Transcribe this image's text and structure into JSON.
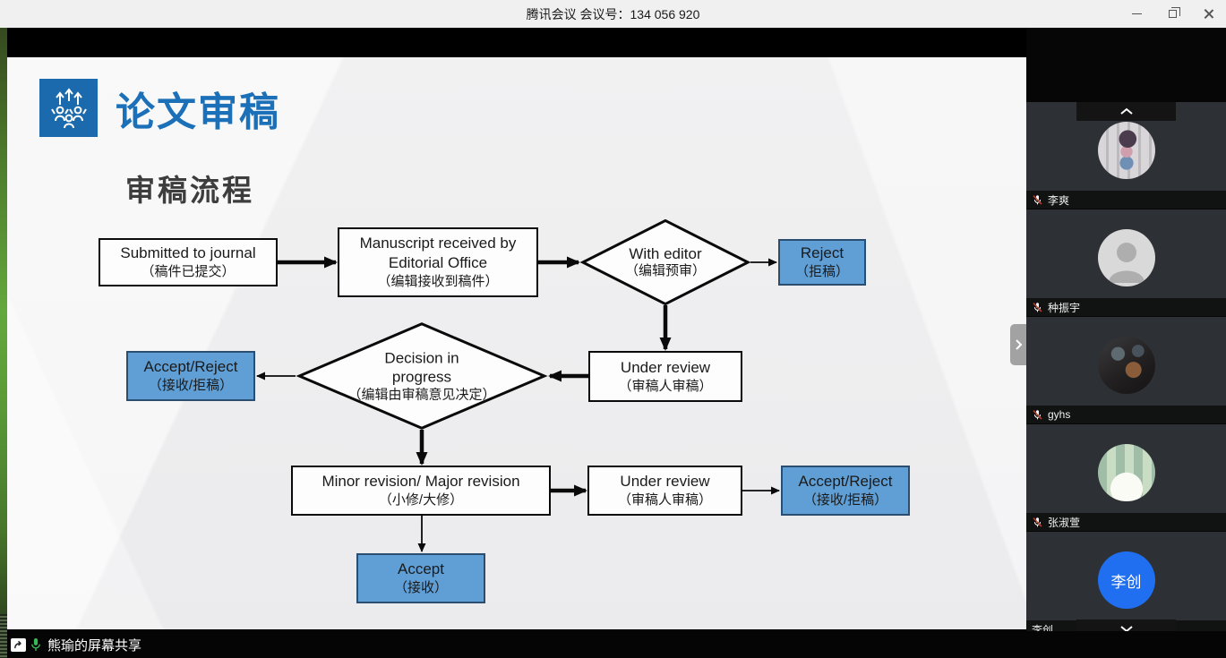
{
  "window": {
    "title": "腾讯会议 会议号：134 056 920"
  },
  "icons": {
    "minimize": "minimize-dash",
    "restore": "overlapping-squares",
    "close": "x-cross",
    "chevron_up": "chevron-up",
    "chevron_down": "chevron-down",
    "chevron_right": "chevron-right",
    "mic_muted": "microphone-with-red-slash",
    "mic_on": "green-microphone",
    "screen_share": "monitor-with-arrow"
  },
  "slide": {
    "logo_title": "论文审稿",
    "subtitle": "审稿流程",
    "accent_blue": "#1c70b8",
    "node_blue": "#5f9fd6",
    "nodes": {
      "submitted": {
        "en": "Submitted to journal",
        "zh": "（稿件已提交）"
      },
      "received": {
        "en": "Manuscript received by Editorial Office",
        "zh": "（编辑接收到稿件）"
      },
      "with_editor": {
        "en": "With editor",
        "zh": "（编辑预审）"
      },
      "reject": {
        "en": "Reject",
        "zh": "（拒稿）"
      },
      "under_review_1": {
        "en": "Under review",
        "zh": "（审稿人审稿）"
      },
      "decision": {
        "en": "Decision in progress",
        "zh": "（编辑由审稿意见决定）"
      },
      "accept_reject_left": {
        "en": "Accept/Reject",
        "zh": "（接收/拒稿）"
      },
      "minor_major": {
        "en": "Minor revision/ Major revision",
        "zh": "（小修/大修）"
      },
      "under_review_2": {
        "en": "Under review",
        "zh": "（审稿人审稿）"
      },
      "accept_reject_right": {
        "en": "Accept/Reject",
        "zh": "（接收/拒稿）"
      },
      "accept": {
        "en": "Accept",
        "zh": "（接收）"
      }
    }
  },
  "sidebar": {
    "participants": [
      {
        "name": "李爽",
        "muted": true
      },
      {
        "name": "种振宇",
        "muted": true
      },
      {
        "name": "gyhs",
        "muted": true
      },
      {
        "name": "张淑萱",
        "muted": true
      },
      {
        "name": "李创",
        "muted": false,
        "avatar_text": "李创"
      }
    ]
  },
  "statusbar": {
    "share_label": "熊瑜的屏幕共享"
  }
}
